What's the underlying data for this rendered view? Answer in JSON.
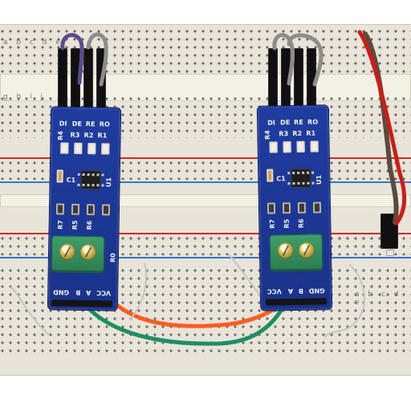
{
  "image": {
    "alt": "Two blue RS485 transceiver modules on a white breadboard, connected with green and orange jumper wires.",
    "module_labels": {
      "top": [
        "DI",
        "DE",
        "RE",
        "RO"
      ],
      "components": [
        "R4",
        "R3",
        "R2",
        "R1",
        "C1",
        "U1"
      ],
      "bottom": [
        "GND",
        "B",
        "A",
        "VCC"
      ],
      "side": [
        "R7",
        "R5",
        "R6",
        "R0"
      ]
    },
    "colors": {
      "board": "#e8e4d9",
      "module": "#1f3ca0",
      "terminal": "#2c7d51",
      "wire_green": "#1b8f64",
      "wire_orange": "#ff5b1f",
      "wire_red": "#cc1c18",
      "wire_brown": "#5b4b3d",
      "wire_gray": "#8f8b88"
    }
  }
}
